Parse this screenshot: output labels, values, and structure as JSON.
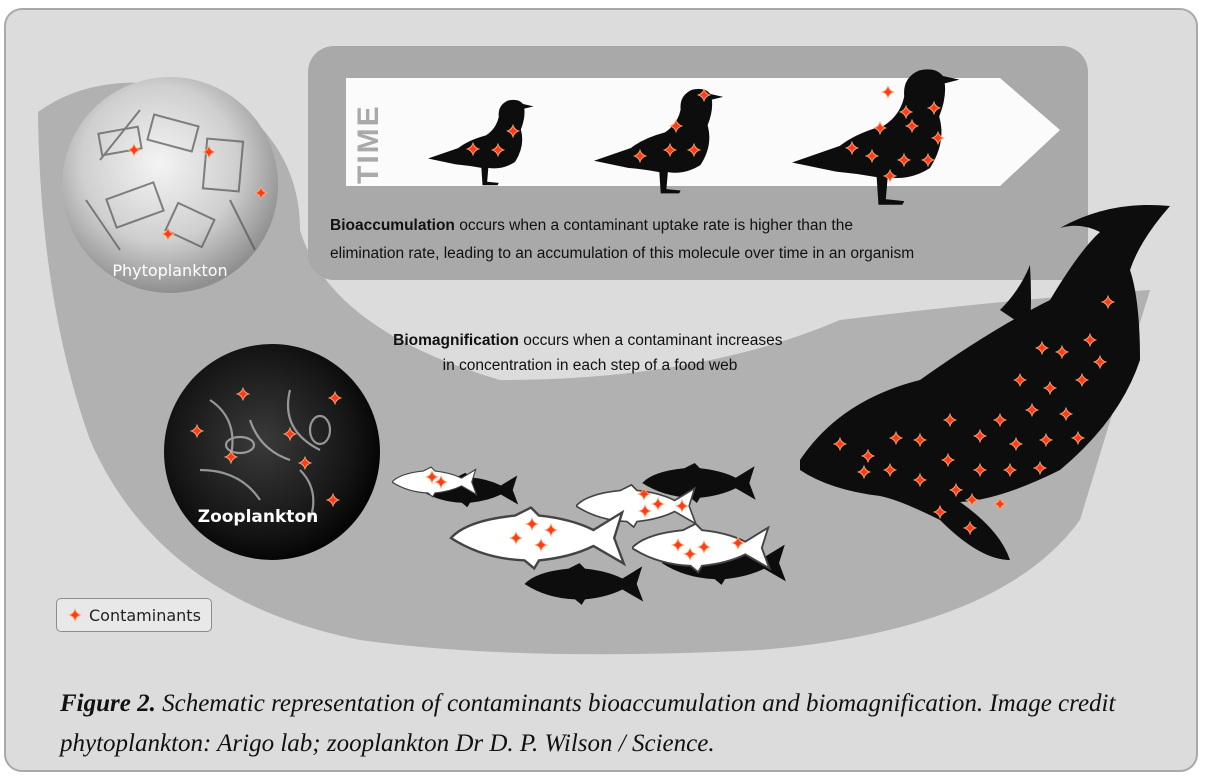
{
  "time_label": "TIME",
  "bioaccumulation": {
    "term": "Bioaccumulation",
    "line1_rest": " occurs when a contaminant uptake rate is higher than the",
    "line2": "elimination rate, leading to an accumulation of this molecule over time in an organism"
  },
  "biomagnification": {
    "term": "Biomagnification",
    "line1_rest": " occurs when a contaminant increases",
    "line2": "in concentration in each step of a food web"
  },
  "labels": {
    "phytoplankton": "Phytoplankton",
    "zooplankton": "Zooplankton"
  },
  "legend": {
    "label": "Contaminants",
    "icon": "contaminant-star-icon"
  },
  "caption": {
    "figure_label": "Figure 2.",
    "text": " Schematic representation of contaminants bioaccumulation and biomagnification. Image credit phytoplankton: Arigo lab; zooplankton Dr D. P. Wilson / Science."
  },
  "colors": {
    "contaminant": "#ff3b1a",
    "contaminant_glow": "#ffb27a",
    "silhouette": "#0d0d0d",
    "band": "#a7a7a7",
    "arrow": "#ffffff"
  }
}
